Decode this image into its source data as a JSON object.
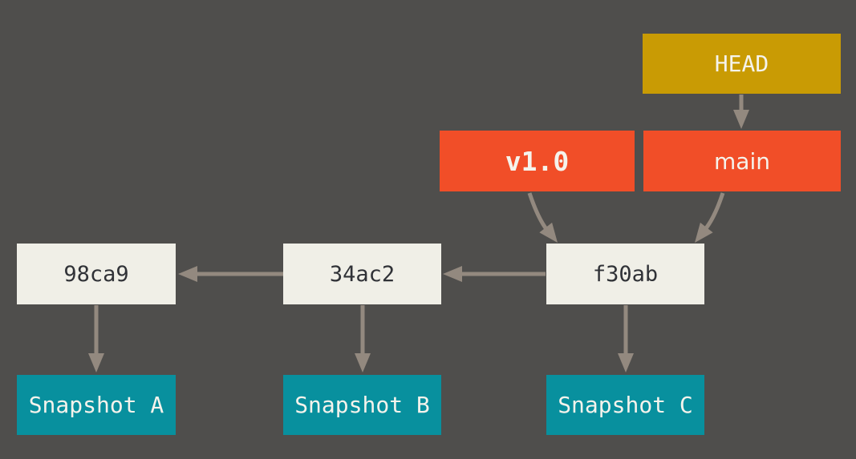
{
  "diagram": {
    "type": "git-commit-history",
    "head": {
      "label": "HEAD"
    },
    "tag": {
      "label": "v1.0"
    },
    "branch": {
      "label": "main"
    },
    "commits": [
      {
        "id": "98ca9",
        "snapshot": "Snapshot A"
      },
      {
        "id": "34ac2",
        "snapshot": "Snapshot B"
      },
      {
        "id": "f30ab",
        "snapshot": "Snapshot C"
      }
    ],
    "edges": [
      {
        "from": "HEAD",
        "to": "main"
      },
      {
        "from": "v1.0",
        "to": "f30ab"
      },
      {
        "from": "main",
        "to": "f30ab"
      },
      {
        "from": "f30ab",
        "to": "34ac2"
      },
      {
        "from": "34ac2",
        "to": "98ca9"
      },
      {
        "from": "98ca9",
        "to": "Snapshot A"
      },
      {
        "from": "34ac2",
        "to": "Snapshot B"
      },
      {
        "from": "f30ab",
        "to": "Snapshot C"
      }
    ],
    "colors": {
      "background": "#4F4E4C",
      "arrow": "#93897F",
      "head_box": "#C99B04",
      "ref_box": "#F14E28",
      "commit_box": "#F0EFE7",
      "snapshot_box": "#08909E",
      "light_text": "#F5F3EC",
      "dark_text": "#303237"
    }
  }
}
